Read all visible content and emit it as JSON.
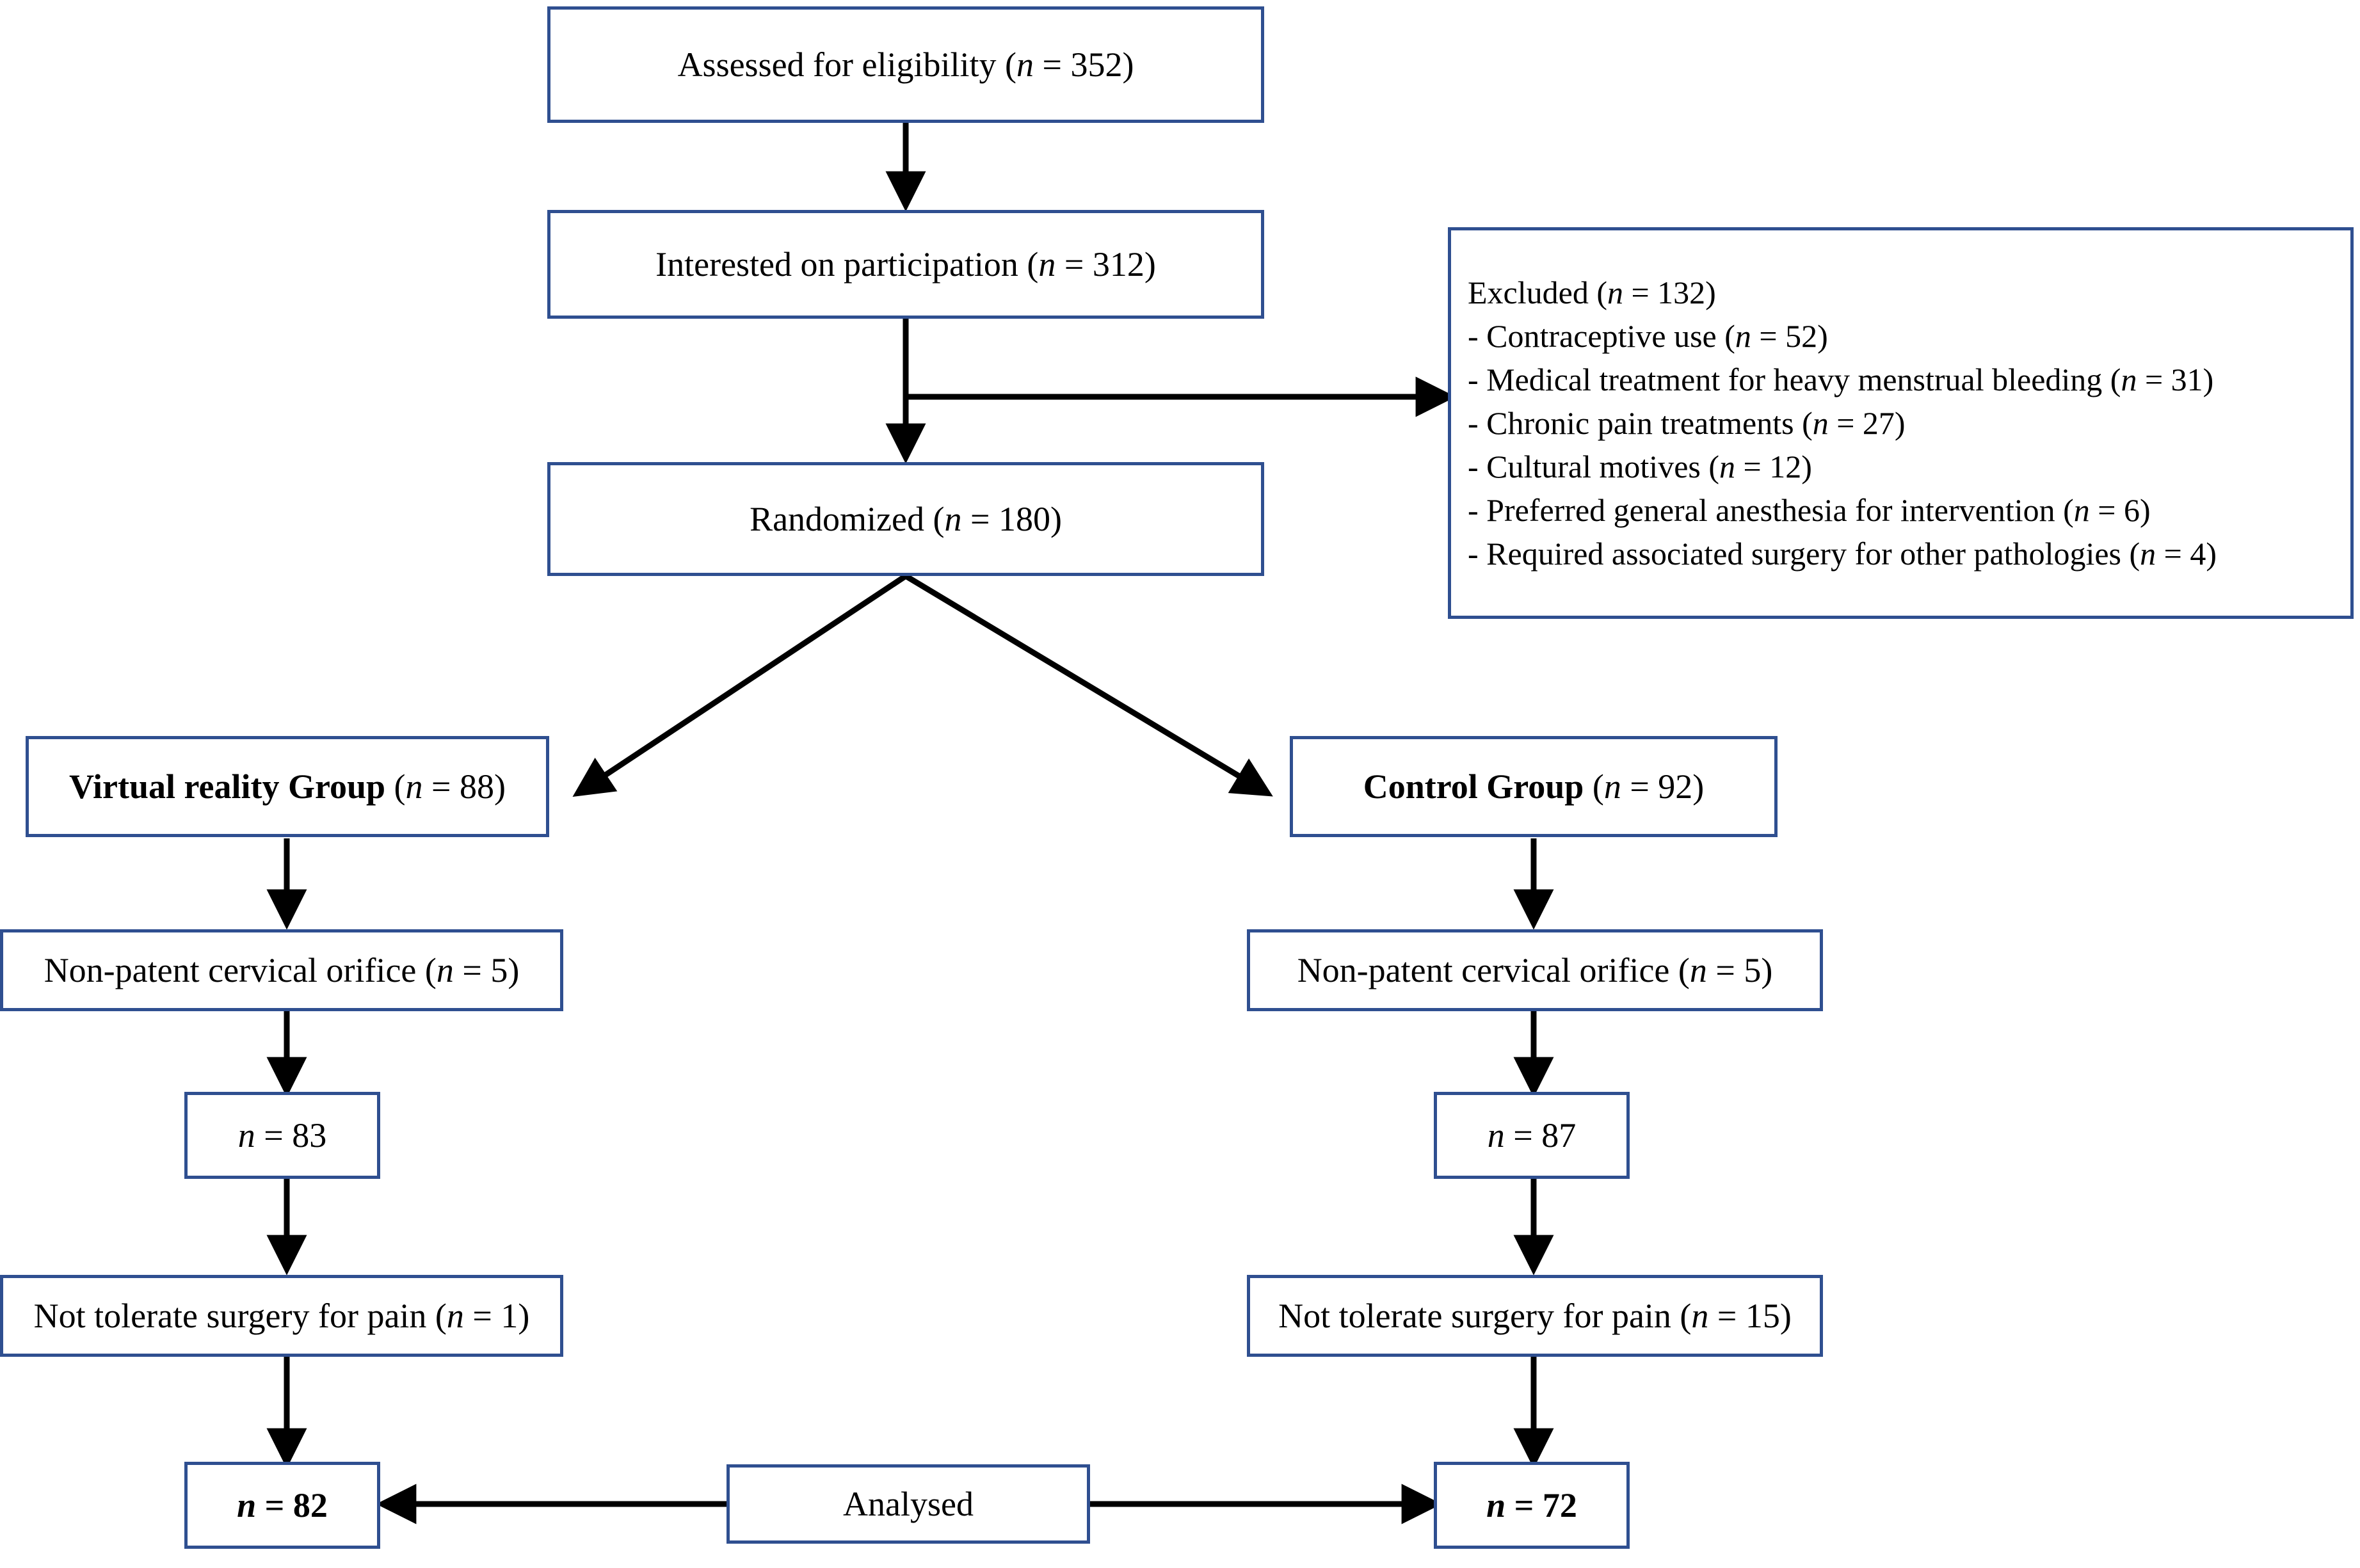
{
  "meta": {
    "diagram_type": "CONSORT participant flow diagram",
    "border_color": "#2f4f90",
    "arrow_color": "#000000",
    "background_color": "#ffffff",
    "text_color": "#000000"
  },
  "nodes": {
    "assessed": {
      "prefix": "Assessed for eligibility (",
      "italic": "n",
      "suffix": " = 352)"
    },
    "interested": {
      "prefix": "Interested on participation (",
      "italic": "n",
      "suffix": " = 312)"
    },
    "randomized": {
      "prefix": "Randomized (",
      "italic": "n",
      "suffix": " = 180)"
    },
    "vr_group": {
      "bold": "Virtual reality Group",
      "prefix": " (",
      "italic": "n",
      "suffix": " = 88)"
    },
    "control_group": {
      "bold": "Control Group",
      "prefix": " (",
      "italic": "n",
      "suffix": " = 92)"
    },
    "vr_nonpatent": {
      "prefix": "Non-patent cervical orifice (",
      "italic": "n",
      "suffix": " = 5)"
    },
    "ctrl_nonpatent": {
      "prefix": "Non-patent cervical orifice (",
      "italic": "n",
      "suffix": " = 5)"
    },
    "vr_n83": {
      "prefix": "",
      "italic": "n",
      "suffix": " = 83"
    },
    "ctrl_n87": {
      "prefix": "",
      "italic": "n",
      "suffix": " = 87"
    },
    "vr_nottolerate": {
      "prefix": "Not tolerate surgery for pain (",
      "italic": "n",
      "suffix": " = 1)"
    },
    "ctrl_nottolerate": {
      "prefix": "Not tolerate surgery for pain (",
      "italic": "n",
      "suffix": " = 15)"
    },
    "vr_n82": {
      "prefix": "",
      "italic": "n",
      "suffix": " = 82",
      "bold_all": true
    },
    "ctrl_n72": {
      "prefix": "",
      "italic": "n",
      "suffix": " = 72",
      "bold_all": true
    },
    "analysed": {
      "label": "Analysed"
    }
  },
  "excluded": {
    "heading": {
      "prefix": "Excluded (",
      "italic": "n",
      "suffix": " = 132)"
    },
    "reasons": [
      {
        "prefix": "- Contraceptive use (",
        "italic": "n",
        "suffix": " = 52)"
      },
      {
        "prefix": "- Medical treatment for heavy menstrual bleeding (",
        "italic": "n",
        "suffix": " = 31)"
      },
      {
        "prefix": "- Chronic pain treatments (",
        "italic": "n",
        "suffix": " = 27)"
      },
      {
        "prefix": "- Cultural motives (",
        "italic": "n",
        "suffix": " = 12)"
      },
      {
        "prefix": "- Preferred general anesthesia for intervention (",
        "italic": "n",
        "suffix": " = 6)"
      },
      {
        "prefix": "- Required associated surgery for other pathologies (",
        "italic": "n",
        "suffix": " = 4)"
      }
    ]
  },
  "counts": {
    "assessed_for_eligibility": 352,
    "interested_on_participation": 312,
    "excluded_total": 132,
    "excluded_contraceptive_use": 52,
    "excluded_medical_treatment_heavy_menstrual_bleeding": 31,
    "excluded_chronic_pain_treatments": 27,
    "excluded_cultural_motives": 12,
    "excluded_preferred_general_anesthesia": 6,
    "excluded_required_associated_surgery": 4,
    "randomized": 180,
    "vr_group": 88,
    "control_group": 92,
    "vr_non_patent_cervical_orifice": 5,
    "control_non_patent_cervical_orifice": 5,
    "vr_after_orifice": 83,
    "control_after_orifice": 87,
    "vr_not_tolerate_surgery_for_pain": 1,
    "control_not_tolerate_surgery_for_pain": 15,
    "vr_analysed": 82,
    "control_analysed": 72
  }
}
